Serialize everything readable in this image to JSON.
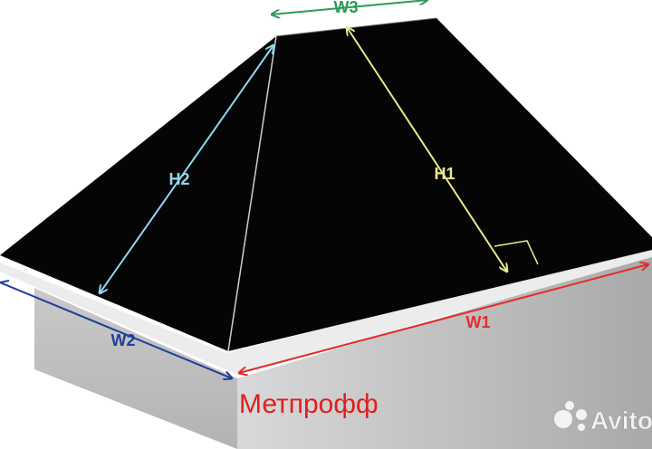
{
  "labels": {
    "w1": "W1",
    "w2": "W2",
    "w3": "W3",
    "h1": "H1",
    "h2": "H2"
  },
  "brand": "Метпрофф",
  "watermark": "Avito",
  "colors": {
    "roof": "#050505",
    "w1": "#e32b2b",
    "w2": "#1f3f9a",
    "w3": "#2e9a57",
    "h1": "#ece88a",
    "h2": "#8fd8ef",
    "brand": "#e01e1e"
  }
}
